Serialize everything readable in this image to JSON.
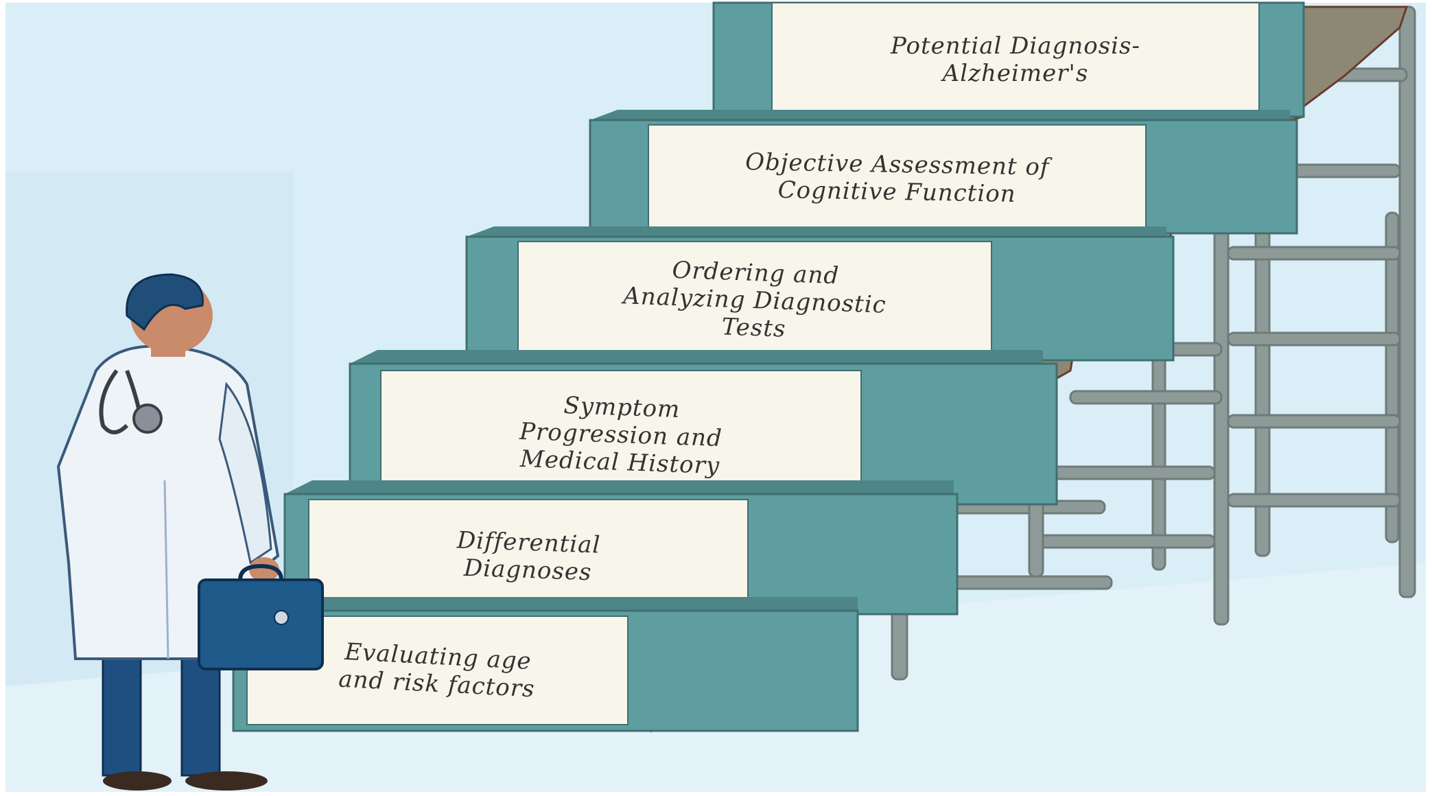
{
  "steps": [
    {
      "lines": [
        "Evaluating age",
        "and risk factors"
      ]
    },
    {
      "lines": [
        "Differential",
        "Diagnoses"
      ]
    },
    {
      "lines": [
        "Symptom",
        "Progression and",
        "Medical History"
      ]
    },
    {
      "lines": [
        "Ordering and",
        "Analyzing Diagnostic",
        "Tests"
      ]
    },
    {
      "lines": [
        "Objective Assessment of",
        "Cognitive Function"
      ]
    },
    {
      "lines": [
        "Potential Diagnosis-",
        "Alzheimer's"
      ]
    }
  ],
  "colors": {
    "sky": "#d9eef7",
    "floor": "#e3f1f8",
    "tread": "#5f9ea0",
    "tread_dark": "#4e8587",
    "riser": "#f8f5ea",
    "stringer": "#8d8873",
    "ladder": "#7f8c8a",
    "coat": "#eef3f8",
    "hair": "#1f4f78",
    "trousers": "#1e4f80",
    "briefcase": "#1e5a8a"
  }
}
